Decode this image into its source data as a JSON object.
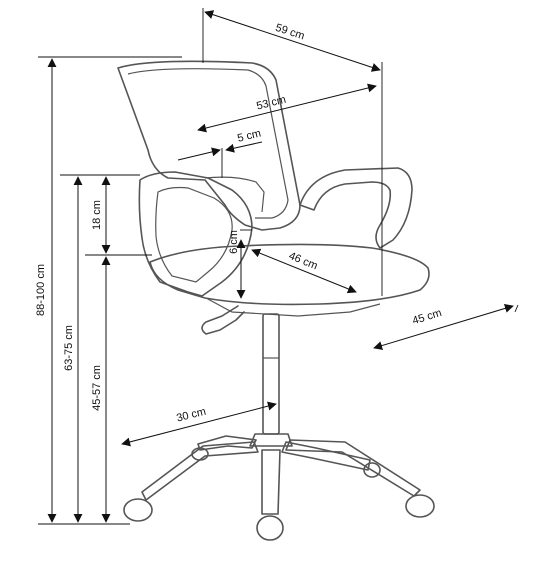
{
  "colors": {
    "line": "#111111",
    "chair_outline": "#555555",
    "background": "#ffffff"
  },
  "dimensions": {
    "total_height": "88-100 cm",
    "armrest_height": "63-75 cm",
    "seat_height": "45-57 cm",
    "armrest_above_seat": "18 cm",
    "seat_thickness": "6 cm",
    "overall_depth": "59 cm",
    "backrest_width": "53 cm",
    "backrest_thickness": "5 cm",
    "seat_depth": "46 cm",
    "seat_width": "45 cm",
    "base_radius": "30 cm"
  }
}
